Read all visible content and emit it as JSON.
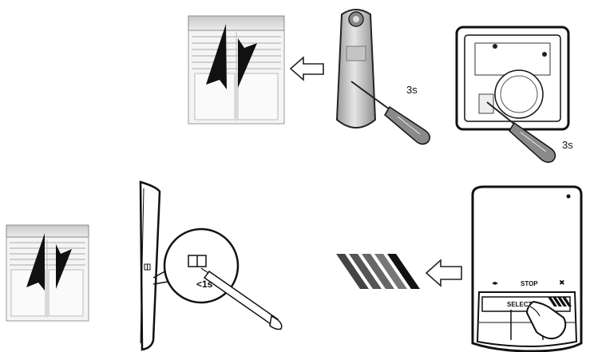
{
  "labels": {
    "remote_hold_time": "3s",
    "wall_switch_hold_time": "3s",
    "sensor_press_time": "<1s",
    "transmitter_stop": "STOP",
    "transmitter_select": "SELECT"
  },
  "icons": {
    "shutter_window": "window-shutter-icon",
    "arrow": "hollow-left-arrow-icon",
    "radio_signal": "radio-signal-icon"
  },
  "colors": {
    "line": "#111111",
    "metal": "#b8b8b8",
    "shutter": "#d9d9d9"
  }
}
